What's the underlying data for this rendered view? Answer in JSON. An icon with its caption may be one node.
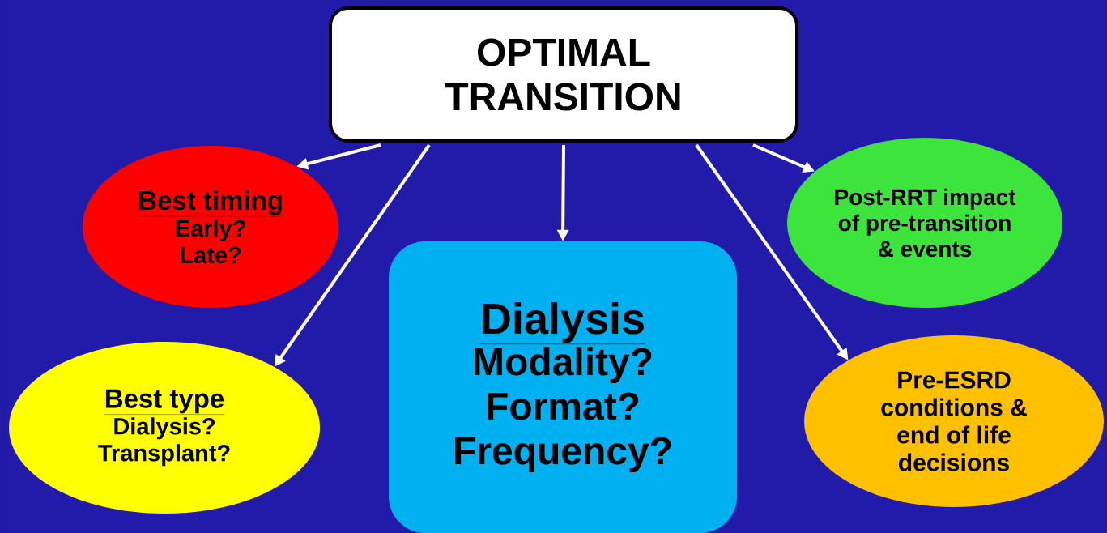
{
  "diagram": {
    "nodes": [
      {
        "text": [
          "OPTIMAL TRANSITION"
        ]
      },
      {
        "text": [
          "Best timing",
          "Early? Late?"
        ]
      },
      {
        "text": [
          "Best type",
          "Dialysis? Transplant?"
        ]
      },
      {
        "text": [
          "Dialysis",
          "Modality? Format? Frequency?"
        ]
      },
      {
        "text": [
          "Post-RRT impact of pre-transition & events"
        ]
      },
      {
        "text": [
          "Pre-ESRD conditions & end of life decisions"
        ]
      }
    ],
    "edges": [
      {
        "from": 0,
        "to": 1,
        "arrow": "to"
      },
      {
        "from": 0,
        "to": 2,
        "arrow": "to"
      },
      {
        "from": 0,
        "to": 3,
        "arrow": "to"
      },
      {
        "from": 0,
        "to": 4,
        "arrow": "to"
      },
      {
        "from": 0,
        "to": 5,
        "arrow": "to"
      }
    ]
  }
}
